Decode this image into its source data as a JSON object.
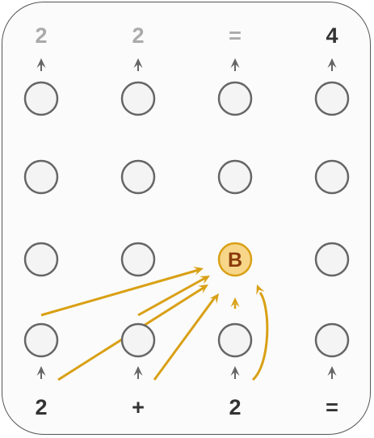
{
  "top_row": {
    "labels": [
      "2",
      "2",
      "=",
      "4"
    ],
    "active": [
      false,
      false,
      false,
      true
    ]
  },
  "bottom_row": {
    "labels": [
      "2",
      "+",
      "2",
      "="
    ]
  },
  "grid": {
    "rows": 4,
    "cols": 4
  },
  "selected_node": {
    "label": "B",
    "row": 2,
    "col": 2
  },
  "colors": {
    "node_stroke": "#666666",
    "node_fill": "#f4f4f4",
    "arrow_gray": "#666666",
    "wire": "#d9a015",
    "selected_fill": "#f7d68a",
    "selected_stroke": "#d9a015",
    "selected_text": "#8b3a0a"
  }
}
